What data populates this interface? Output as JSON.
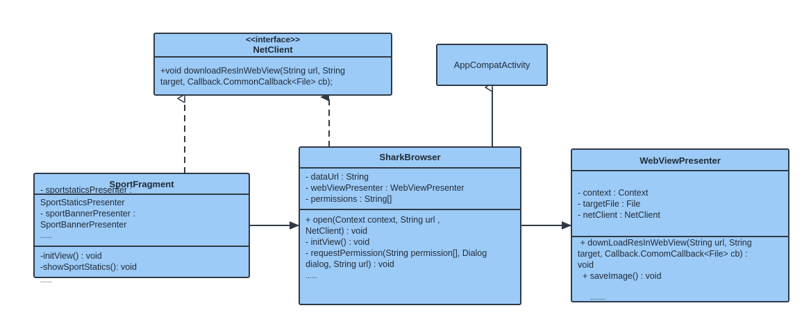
{
  "classes": {
    "netclient": {
      "stereotype": "<<interface>>",
      "name": "NetClient",
      "attributes": [],
      "methods": [
        "+void downloadResInWebView(String url, String",
        "target, Callback.CommonCallback<File> cb);"
      ]
    },
    "appcompat": {
      "name": "AppCompatActivity"
    },
    "sharkbrowser": {
      "name": "SharkBrowser",
      "attributes": [
        "- dataUrl : String",
        "- webViewPresenter : WebViewPresenter",
        "- permissions : String[]"
      ],
      "methods": [
        "+ open(Context context, String url ,",
        "NetClient) : void",
        "- initView() : void",
        "- requestPermission(String permission[], Dialog",
        "dialog, String url) : void",
        "......"
      ]
    },
    "sportfragment": {
      "name": "SportFragment",
      "overlap": "- sportstaticsPresenter :",
      "attributes": [
        "SportStaticsPresenter",
        "- sportBannerPresenter :",
        "SportBannerPresenter",
        "......"
      ],
      "methods": [
        "-initView() : void",
        "-showSportStatics(): void"
      ],
      "trailing": "......"
    },
    "webviewpresenter": {
      "name": "WebViewPresenter",
      "attributes": [
        "- context : Context",
        "- targetFile : File",
        "- netClient : NetClient"
      ],
      "methods": [
        " + downLoadResInWebView(String url, String",
        "target, Callback.ComomCallback<File> cb) :",
        "void",
        "  + saveImage() : void"
      ],
      "trailing": "........"
    }
  },
  "relations": [
    {
      "from": "sportfragment",
      "to": "netclient",
      "kind": "realization"
    },
    {
      "from": "sharkbrowser",
      "to": "netclient",
      "kind": "realization"
    },
    {
      "from": "sharkbrowser",
      "to": "appcompat",
      "kind": "generalization"
    },
    {
      "from": "sportfragment",
      "to": "sharkbrowser",
      "kind": "association"
    },
    {
      "from": "sharkbrowser",
      "to": "webviewpresenter",
      "kind": "association"
    }
  ]
}
